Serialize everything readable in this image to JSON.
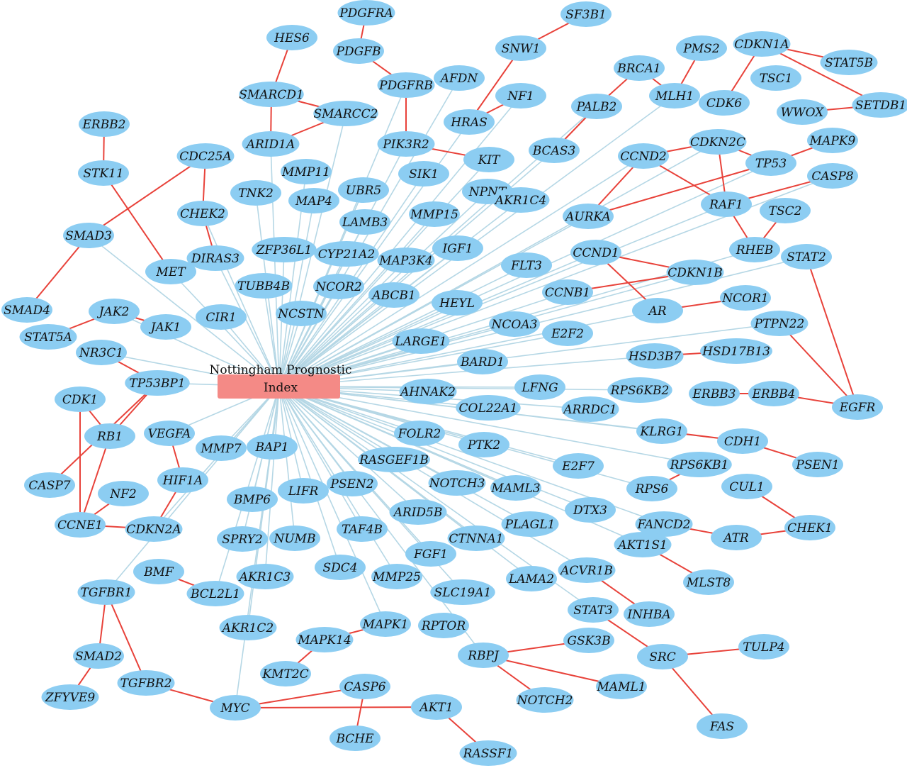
{
  "colors": {
    "hub_fill": "#f48a86",
    "node_fill": "#8ccdf2",
    "hub_edge": "#b5d7e5",
    "interaction_edge": "#e8423a"
  },
  "hub": {
    "line1": "Nottingham Prognostic",
    "line2": "Index"
  },
  "nodes": [
    "PDGFRA",
    "SF3B1",
    "HES6",
    "PDGFB",
    "SNW1",
    "PMS2",
    "CDKN1A",
    "STAT5B",
    "BRCA1",
    "AFDN",
    "PDGFRB",
    "TSC1",
    "MLH1",
    "SMARCD1",
    "NF1",
    "CDK6",
    "SETDB1",
    "PALB2",
    "SMARCC2",
    "WWOX",
    "ERBB2",
    "HRAS",
    "CDKN2C",
    "MAPK9",
    "ARID1A",
    "PIK3R2",
    "BCAS3",
    "CCND2",
    "CDC25A",
    "KIT",
    "TP53",
    "MMP11",
    "STK11",
    "SIK1",
    "CASP8",
    "UBR5",
    "NPNT",
    "TNK2",
    "MAP4",
    "RAF1",
    "TSC2",
    "CHEK2",
    "AKR1C4",
    "AURKA",
    "MMP15",
    "LAMB3",
    "SMAD3",
    "RHEB",
    "ZFP36L1",
    "IGF1",
    "CCND1",
    "STAT2",
    "DIRAS3",
    "CYP21A2",
    "MAP3K4",
    "MET",
    "FLT3",
    "CDKN1B",
    "TUBB4B",
    "NCOR2",
    "CCNB1",
    "NCOR1",
    "ABCB1",
    "SMAD4",
    "CIR1",
    "AR",
    "NCSTN",
    "HEYL",
    "JAK2",
    "JAK1",
    "NCOA3",
    "PTPN22",
    "E2F2",
    "LARGE1",
    "STAT5A",
    "NR3C1",
    "HSD3B7",
    "HSD17B13",
    "BARD1",
    "TP53BP1",
    "AHNAK2",
    "LFNG",
    "CDK1",
    "RPS6KB2",
    "ERBB3",
    "ERBB4",
    "EGFR",
    "COL22A1",
    "ARRDC1",
    "RB1",
    "VEGFA",
    "FOLR2",
    "KLRG1",
    "MMP7",
    "BAP1",
    "CDH1",
    "PTK2",
    "E2F7",
    "RASGEF1B",
    "PSEN1",
    "RPS6KB1",
    "CASP7",
    "HIF1A",
    "NOTCH3",
    "CUL1",
    "PSEN2",
    "NF2",
    "RPS6",
    "MAML3",
    "LIFR",
    "BMP6",
    "DTX3",
    "ARID5B",
    "CCNE1",
    "CDKN2A",
    "PLAGL1",
    "FANCD2",
    "CHEK1",
    "TAF4B",
    "ATR",
    "CTNNA1",
    "NUMB",
    "SPRY2",
    "AKT1S1",
    "FGF1",
    "BMF",
    "ACVR1B",
    "LAMA2",
    "AKR1C3",
    "SDC4",
    "MMP25",
    "MLST8",
    "TGFBR1",
    "BCL2L1",
    "SLC19A1",
    "STAT3",
    "INHBA",
    "AKR1C2",
    "MAPK1",
    "RPTOR",
    "MAPK14",
    "GSK3B",
    "TULP4",
    "SMAD2",
    "RBPJ",
    "SRC",
    "KMT2C",
    "TGFBR2",
    "CASP6",
    "MAML1",
    "ZFYVE9",
    "NOTCH2",
    "MYC",
    "AKT1",
    "FAS",
    "BCHE",
    "RASSF1"
  ]
}
